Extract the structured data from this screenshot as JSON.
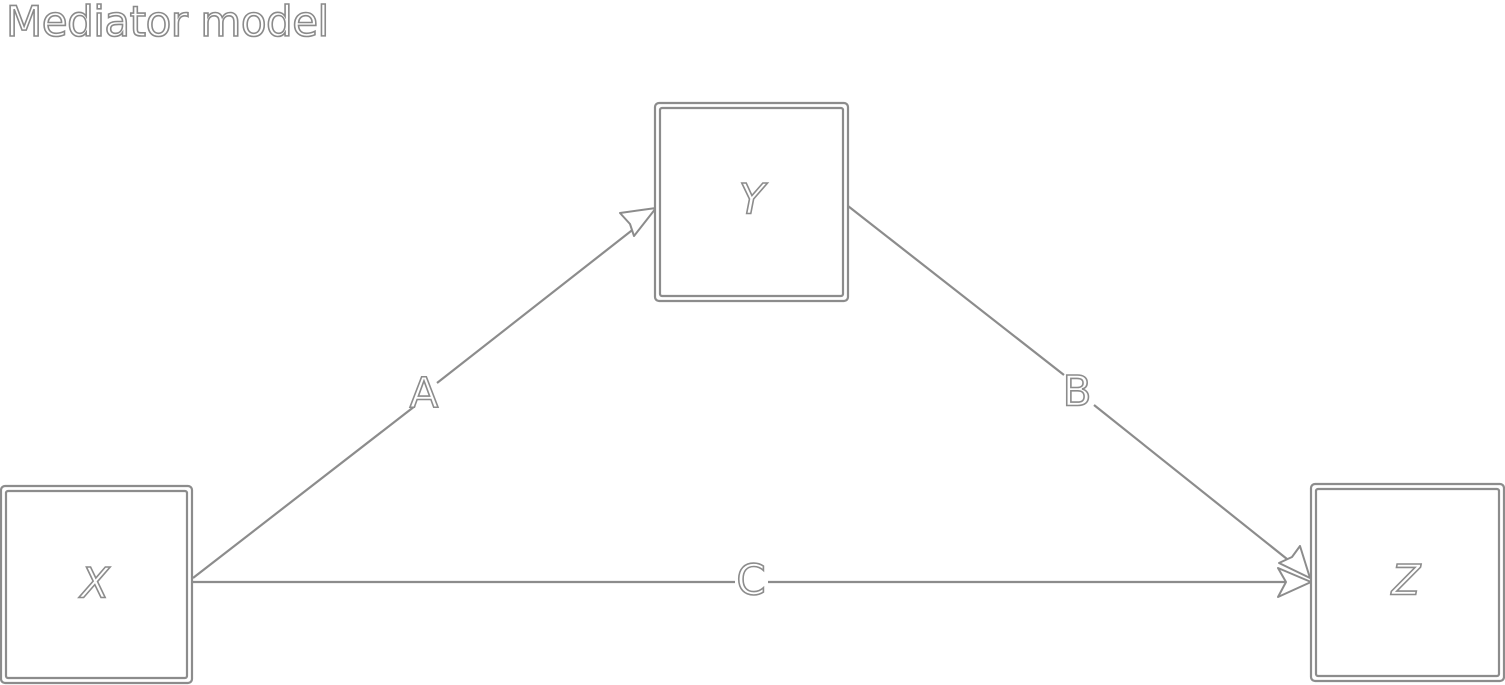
{
  "title": "Mediator model",
  "nodes": {
    "x": {
      "label": "X"
    },
    "y": {
      "label": "Y"
    },
    "z": {
      "label": "Z"
    }
  },
  "edges": {
    "a": {
      "label": "A",
      "from": "X",
      "to": "Y"
    },
    "b": {
      "label": "B",
      "from": "Y",
      "to": "Z"
    },
    "c": {
      "label": "C",
      "from": "X",
      "to": "Z"
    }
  },
  "colors": {
    "stroke": "#8c8c8c",
    "fill": "#ffffff"
  }
}
